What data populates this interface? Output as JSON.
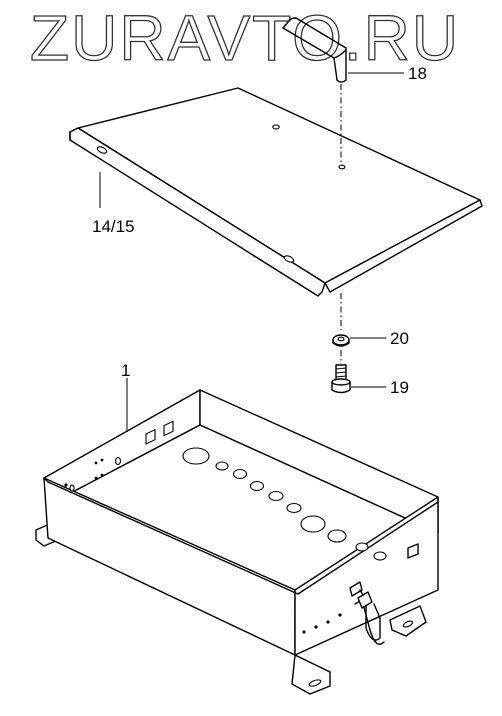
{
  "watermark": {
    "text": "ZURAVTO.RU"
  },
  "callouts": {
    "lid": "14/15",
    "handle": "18",
    "washer": "20",
    "bolt": "19",
    "box": "1"
  }
}
